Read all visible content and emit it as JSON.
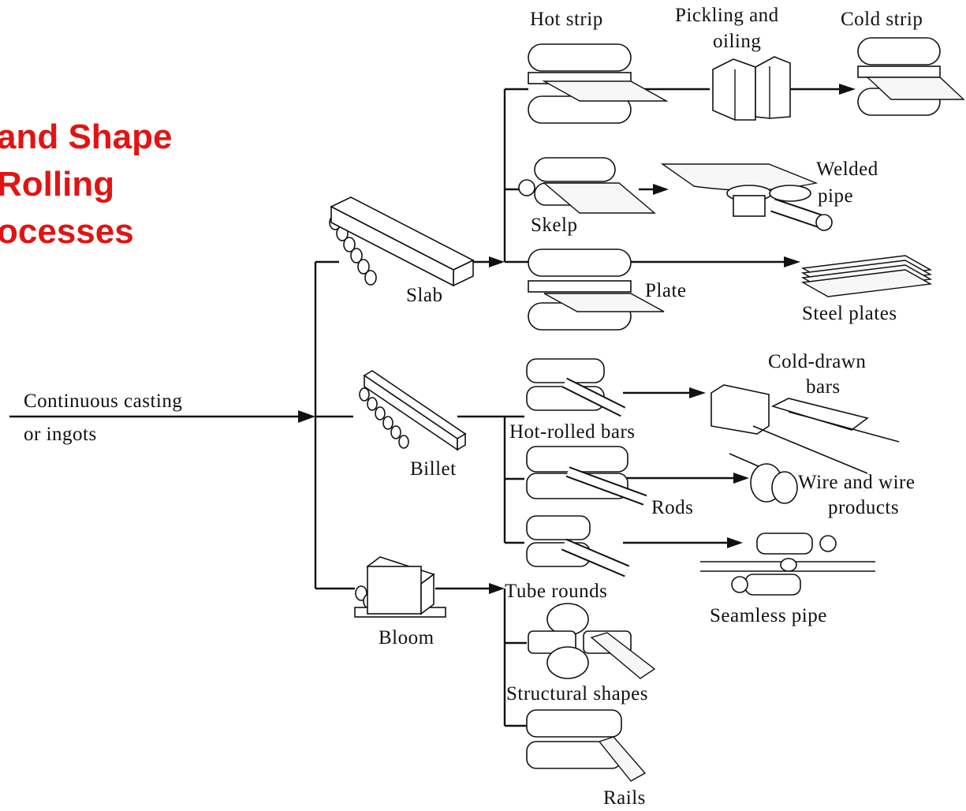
{
  "title": {
    "line1": "and Shape",
    "line2": "Rolling",
    "line3": "ocesses"
  },
  "labels": {
    "input_line1": "Continuous casting",
    "input_line2": "or ingots",
    "slab": "Slab",
    "billet": "Billet",
    "bloom": "Bloom",
    "hot_strip": "Hot strip",
    "pickling_line1": "Pickling and",
    "pickling_line2": "oiling",
    "cold_strip": "Cold strip",
    "skelp": "Skelp",
    "welded_line1": "Welded",
    "welded_line2": "pipe",
    "plate": "Plate",
    "steel_plates": "Steel plates",
    "cold_drawn_line1": "Cold-drawn",
    "cold_drawn_line2": "bars",
    "hot_rolled_bars": "Hot-rolled bars",
    "rods": "Rods",
    "wire_line1": "Wire and wire",
    "wire_line2": "products",
    "tube_rounds": "Tube rounds",
    "seamless_pipe": "Seamless pipe",
    "structural_shapes": "Structural shapes",
    "rails": "Rails"
  }
}
